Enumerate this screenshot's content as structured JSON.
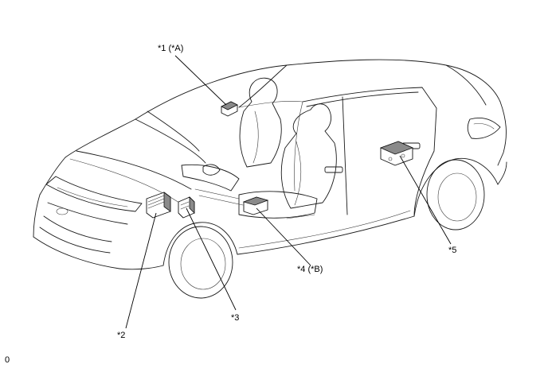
{
  "callouts": {
    "item1": "*1 (*A)",
    "item2": "*2",
    "item3": "*3",
    "item4": "*4 (*B)",
    "item5": "*5"
  },
  "figure_id": "0"
}
